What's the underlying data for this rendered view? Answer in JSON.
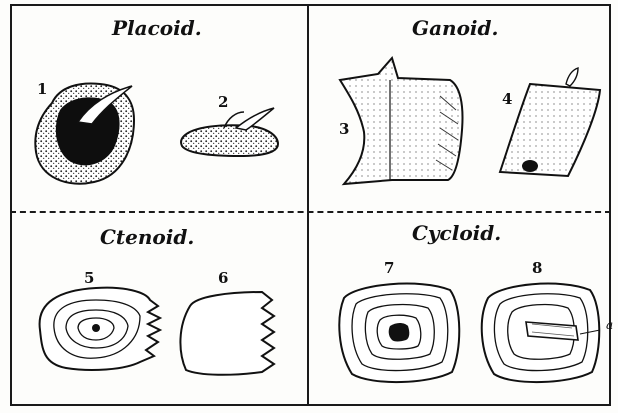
{
  "panels": {
    "placoid": {
      "title": "Placoid.",
      "fig1": "1",
      "fig2": "2"
    },
    "ganoid": {
      "title": "Ganoid.",
      "fig3": "3",
      "fig4": "4"
    },
    "ctenoid": {
      "title": "Ctenoid.",
      "fig5": "5",
      "fig6": "6"
    },
    "cycloid": {
      "title": "Cycloid.",
      "fig7": "7",
      "fig8": "8",
      "label_a": "a"
    }
  },
  "colors": {
    "ink": "#111111",
    "paper": "#fdfdfb"
  }
}
